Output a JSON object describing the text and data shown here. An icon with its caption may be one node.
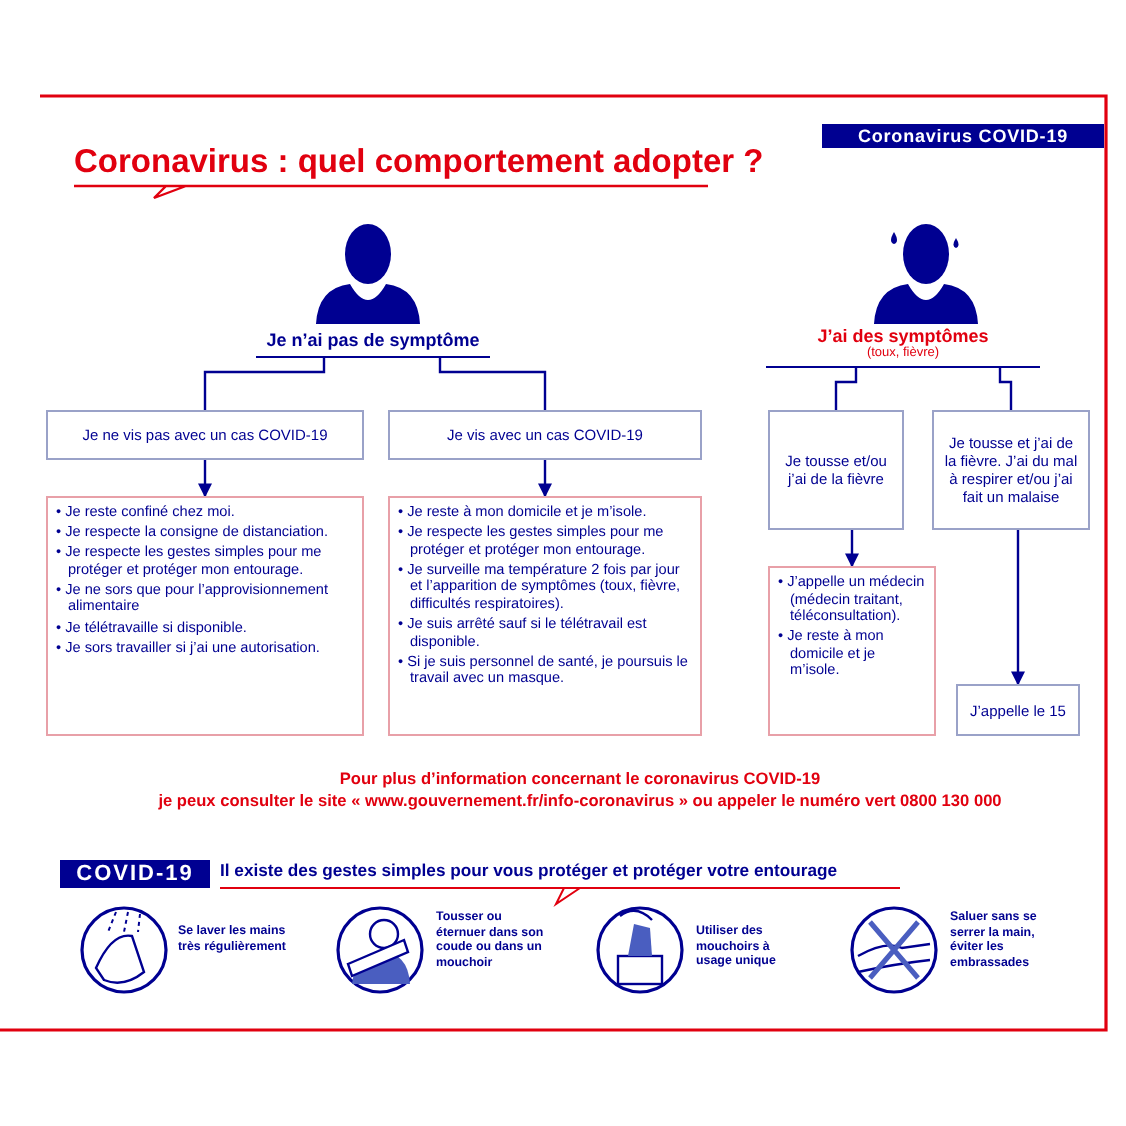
{
  "diagram": {
    "title": "Coronavirus : quel comportement adopter ?",
    "nodes": [
      {
        "text": [
          "Je n’ai pas de symptôme"
        ]
      },
      {
        "text": [
          "Je ne vis pas avec un cas COVID-19"
        ]
      },
      {
        "text": [
          "Je vis avec un cas COVID-19"
        ]
      },
      {
        "text": [
          "• Je reste confiné chez moi.",
          "• Je respecte la consigne de distanciation.",
          "• Je respecte les gestes simples pour me protéger et protéger mon entourage.",
          "• Je ne sors que pour l’approvisionnement alimentaire",
          "• Je télétravaille si disponible.",
          "• Je sors travailler si j’ai une autorisation."
        ]
      },
      {
        "text": [
          "• Je reste à mon domicile et je m’isole.",
          "• Je respecte les gestes simples pour me protéger et protéger mon entourage.",
          "• Je surveille ma température 2 fois par jour et l’apparition de symptômes (toux, fièvre, difficultés respiratoires).",
          "• Je suis arrêté sauf si le télétravail est disponible.",
          "• Si je suis personnel de santé, je poursuis le travail avec un masque."
        ]
      },
      {
        "text": [
          "J’ai des symptômes",
          "(toux, fièvre)"
        ]
      },
      {
        "text": [
          "Je tousse et/ou j’ai de la fièvre"
        ]
      },
      {
        "text": [
          "Je tousse et j’ai de la fièvre. J’ai du mal à respirer et/ou j’ai fait un malaise"
        ]
      },
      {
        "text": [
          "• J’appelle un médecin (médecin traitant, téléconsultation).",
          "• Je reste à mon domicile et je m’isole."
        ]
      },
      {
        "text": [
          "J’appelle le 15"
        ]
      }
    ],
    "edges": [
      {
        "from": 0,
        "to": 1,
        "arrow": "none"
      },
      {
        "from": 0,
        "to": 2,
        "arrow": "none"
      },
      {
        "from": 1,
        "to": 3,
        "arrow": "to"
      },
      {
        "from": 2,
        "to": 4,
        "arrow": "to"
      },
      {
        "from": 5,
        "to": 6,
        "arrow": "none"
      },
      {
        "from": 5,
        "to": 7,
        "arrow": "none"
      },
      {
        "from": 6,
        "to": 8,
        "arrow": "to"
      },
      {
        "from": 7,
        "to": 9,
        "arrow": "to"
      }
    ],
    "labels": [
      "Coronavirus COVID-19",
      "Pour plus d’information concernant le coronavirus COVID-19",
      "je peux consulter le site « www.gouvernement.fr/info-coronavirus » ou appeler le numéro vert 0800 130 000",
      "COVID-19",
      "Il existe des gestes simples pour vous protéger et protéger votre entourage",
      "Se laver les mains très régulièrement",
      "Tousser ou éternuer dans son coude ou dans un mouchoir",
      "Utiliser des mouchoirs à usage unique",
      "Saluer sans se serrer la main, éviter les embrassades"
    ]
  }
}
